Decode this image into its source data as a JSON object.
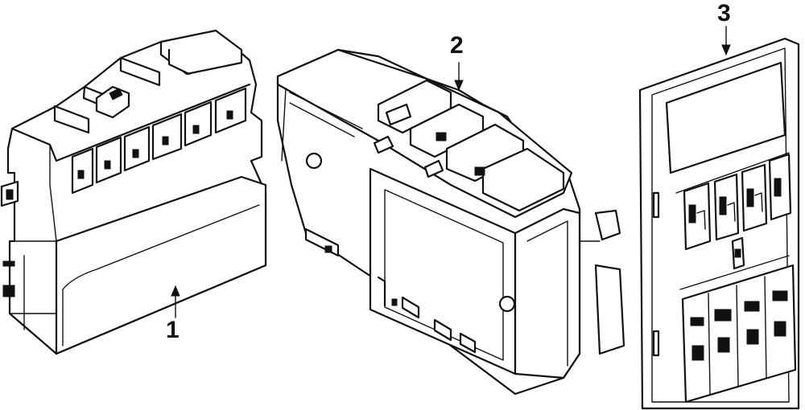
{
  "callouts": {
    "part1": "1",
    "part2": "2",
    "part3": "3"
  },
  "colors": {
    "line": "#111111",
    "background": "#ffffff"
  }
}
